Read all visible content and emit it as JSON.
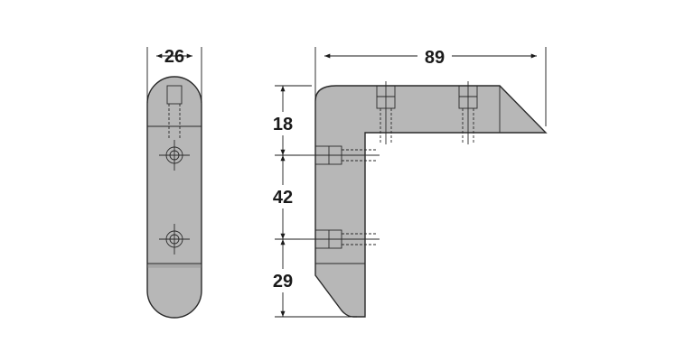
{
  "dimensions": {
    "side_width": "26",
    "overall_length": "89",
    "segment_top": "18",
    "segment_middle": "42",
    "segment_bottom": "29"
  },
  "colors": {
    "part_fill": "#b7b7b7",
    "part_fill_dark": "#a5a5a5",
    "line": "#2a2a2a"
  }
}
